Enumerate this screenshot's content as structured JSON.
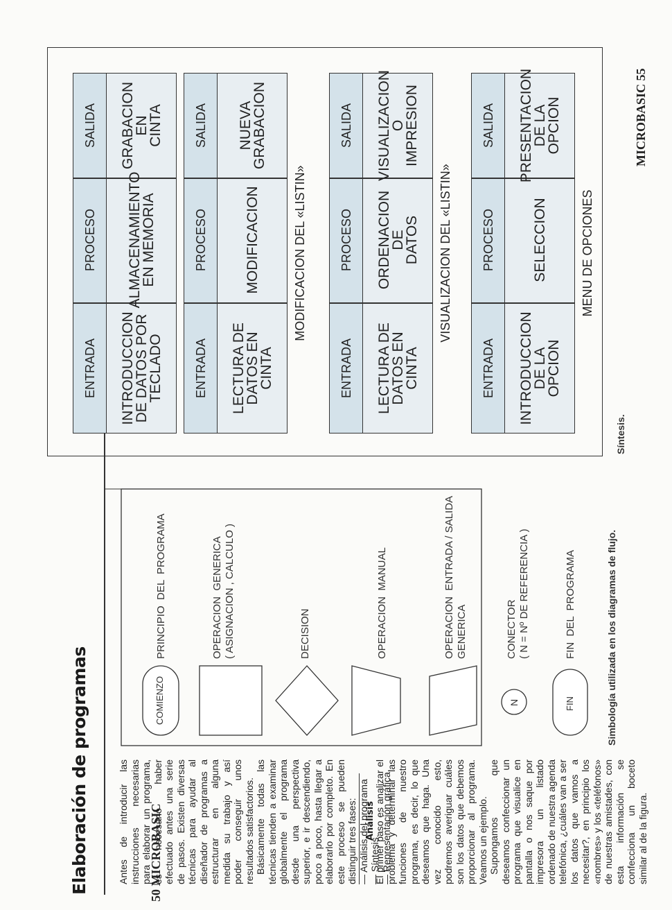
{
  "left_page": {
    "title": "Elaboración de programas",
    "folio": "50 MICROBASIC",
    "col1": [
      "Antes de introducir las instrucciones necesarias para elaborar un programa, es necesario haber efectuado antes una serie de pasos. Existen diversas técnicas para ayudar al diseñador de programas a estructurar en alguna medida su trabajo y así poder conseguir unos resultados satisfactorios.",
      "Básicamente todas las técnicas tienden a examinar globalmente el programa desde una perspectiva superior, e ir descendiendo, poco a poco, hasta llegar a elaborarlo por completo. En este proceso se pueden distinguir tres fases:",
      "— Análisis del programa",
      "— Síntesis.",
      "— Representación gráfica."
    ],
    "heading_analisis": "Análisis",
    "col2": [
      "El primer paso es analizar el problema y determinar las funciones de nuestro programa, es decir, lo que deseamos que haga. Una vez conocido esto, podremos averiguar cuáles son los datos que debemos proporcionar al programa. Veamos un ejemplo.",
      "Supongamos que deseamos confeccionar un programa que visualice en pantalla o nos saque por impresora un listado ordenado de nuestra agenda telefónica, ¿cuáles van a ser los datos que vamos a necesitar?, en principio los «nombres» y los «teléfonos» de nuestras amistades, con esta información se confecciona un boceto similar al de la figura."
    ],
    "symbology": {
      "caption": "Simbología utilizada en los diagramas de flujo.",
      "items": [
        {
          "shape_text": "COMIENZO",
          "label": "PRINCIPIO  DEL  PROGRAMA"
        },
        {
          "shape_text": "",
          "label": "OPERACION  GENERICA\n( ASIGNACION , CALCULO )"
        },
        {
          "shape_text": "",
          "label": "DECISION"
        },
        {
          "shape_text": "",
          "label": "OPERACION  MANUAL"
        },
        {
          "shape_text": "",
          "label": "OPERACION  ENTRADA / SALIDA\nGENERICA"
        },
        {
          "shape_text": "N",
          "label": "CONECTOR\n( N = Nº DE REFERENCIA )"
        },
        {
          "shape_text": "FIN",
          "label": "FIN  DEL  PROGRAMA"
        }
      ]
    }
  },
  "right_page": {
    "folio": "MICROBASIC 55",
    "caption": "Síntesis.",
    "headers": [
      "ENTRADA",
      "PROCESO",
      "SALIDA"
    ],
    "diagrams": [
      {
        "title": "EDITAR UN NUEVO «LISTIN TELEFONICO",
        "cells": [
          "INTRODUCCION\nDE DATOS POR\nTECLADO",
          "ALMACENAMIENTO\nEN MEMORIA",
          "GRABACION\nEN\nCINTA"
        ]
      },
      {
        "title": "MODIFICACION DEL «LISTIN»",
        "cells": [
          "LECTURA DE\nDATOS EN\nCINTA",
          "MODIFICACION",
          "NUEVA\nGRABACION"
        ]
      },
      {
        "title": "VISUALIZACION DEL «LISTIN»",
        "cells": [
          "LECTURA DE\nDATOS EN\nCINTA",
          "ORDENACION\nDE\nDATOS",
          "VISUALIZACION\nO\nIMPRESION"
        ]
      },
      {
        "title": "MENU DE OPCIONES",
        "cells": [
          "INTRODUCCION\nDE LA\nOPCION",
          "SELECCION",
          "PRESENTACION\nDE LA\nOPCION"
        ]
      }
    ],
    "colors": {
      "cell_fill": "#e8eef2",
      "header_fill": "#d4e2ea"
    }
  }
}
